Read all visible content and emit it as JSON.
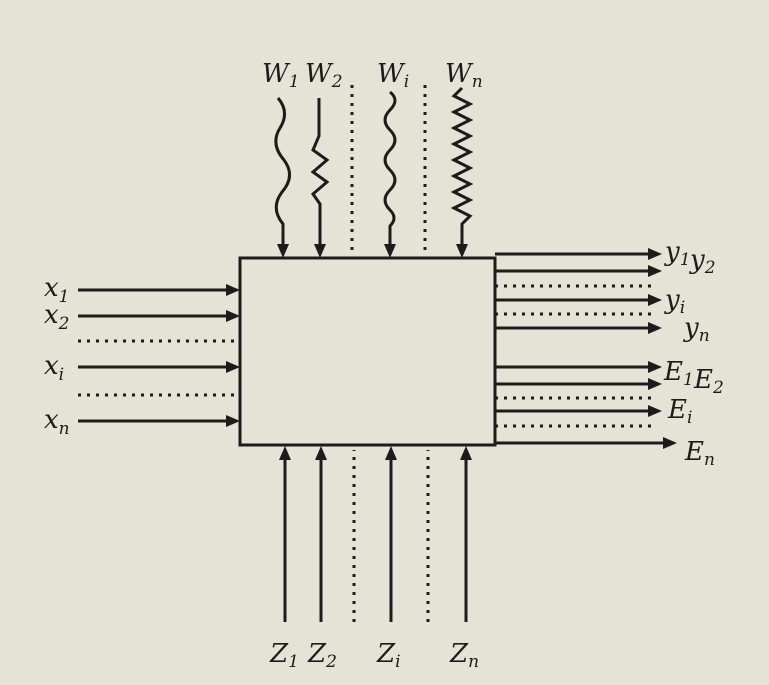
{
  "disturbances": [
    {
      "letter": "W",
      "sub": "1"
    },
    {
      "letter": "W",
      "sub": "2"
    },
    {
      "letter": "W",
      "sub": "i"
    },
    {
      "letter": "W",
      "sub": "n"
    }
  ],
  "inputs": [
    {
      "letter": "x",
      "sub": "1"
    },
    {
      "letter": "x",
      "sub": "2"
    },
    {
      "letter": "x",
      "sub": "i"
    },
    {
      "letter": "x",
      "sub": "n"
    }
  ],
  "controls": [
    {
      "letter": "Z",
      "sub": "1"
    },
    {
      "letter": "Z",
      "sub": "2"
    },
    {
      "letter": "Z",
      "sub": "i"
    },
    {
      "letter": "Z",
      "sub": "n"
    }
  ],
  "outputs_y": [
    {
      "letter": "y",
      "sub": "1"
    },
    {
      "letter": "y",
      "sub": "2"
    },
    {
      "letter": "y",
      "sub": "i"
    },
    {
      "letter": "y",
      "sub": "n"
    }
  ],
  "outputs_e": [
    {
      "letter": "E",
      "sub": "1"
    },
    {
      "letter": "E",
      "sub": "2"
    },
    {
      "letter": "E",
      "sub": "i"
    },
    {
      "letter": "E",
      "sub": "n"
    }
  ]
}
